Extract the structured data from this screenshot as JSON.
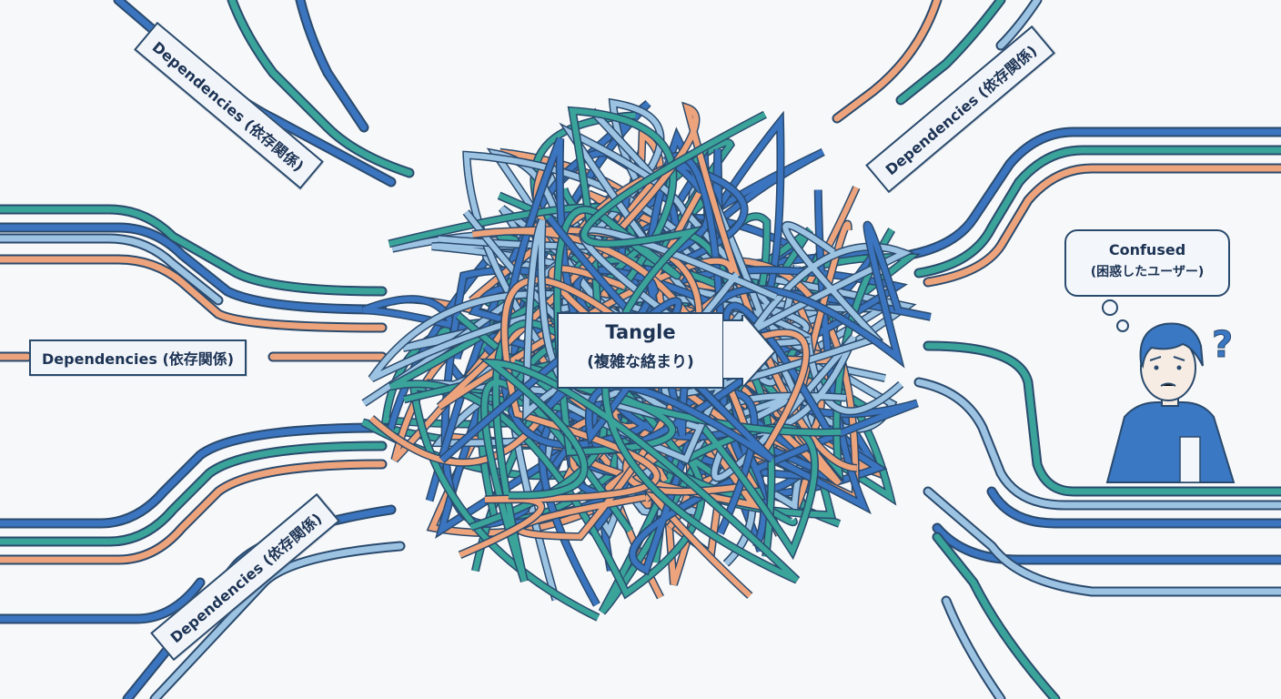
{
  "labels": {
    "dep_top_left": "Dependencies (依存関係)",
    "dep_top_right": "Dependencies (依存関係)",
    "dep_mid_left": "Dependencies (依存関係)",
    "dep_bottom_left": "Dependencies (依存関係)"
  },
  "center": {
    "title": "Tangle",
    "subtitle": "(複雑な絡まり)"
  },
  "user": {
    "bubble_title": "Confused",
    "bubble_subtitle": "(困惑したユーザー)",
    "question_mark": "?"
  },
  "colors": {
    "blue": "#3b74bf",
    "teal": "#3aa39a",
    "orange": "#eda47c",
    "light_blue": "#9dc3e3",
    "outline": "#2a4a6d",
    "background": "#f7f8f9"
  }
}
